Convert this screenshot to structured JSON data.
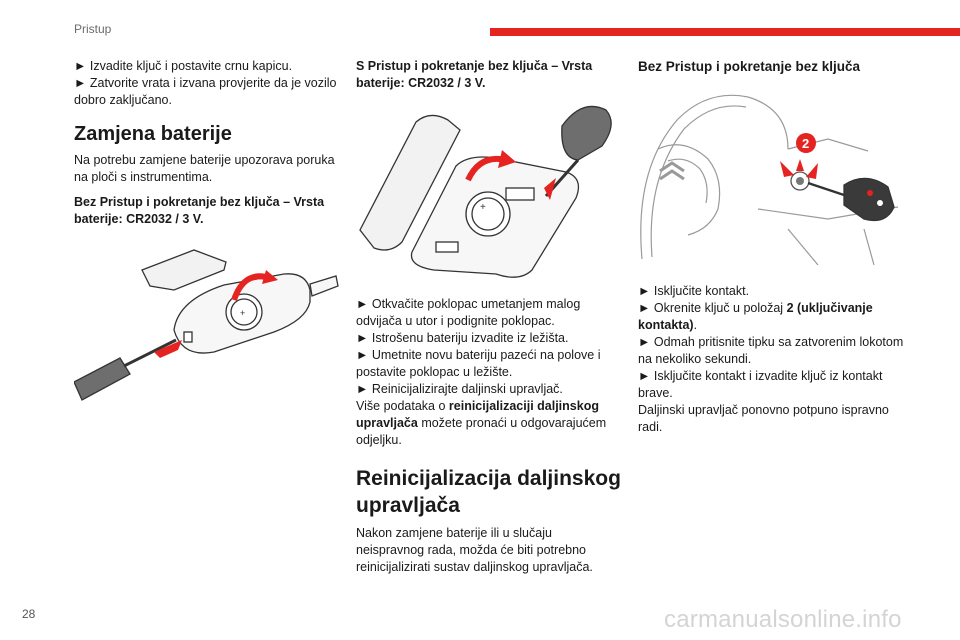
{
  "header": {
    "section": "Pristup"
  },
  "colors": {
    "accent": "#e52320"
  },
  "footer": {
    "page_number": "28",
    "watermark": "carmanualsonline.info"
  },
  "col1": {
    "line1_arrow": "►",
    "line1": "Izvadite ključ i postavite crnu kapicu.",
    "line2_arrow": "►",
    "line2": "Zatvorite vrata i izvana provjerite da je vozilo dobro zaključano.",
    "heading": "Zamjena baterije",
    "intro": "Na potrebu zamjene baterije upozorava poruka na ploči s instrumentima.",
    "subheading": "Bez Pristup i pokretanje bez ključa – Vrsta baterije: CR2032 / 3 V."
  },
  "col2": {
    "subheading": "S Pristup i pokretanje bez ključa – Vrsta baterije: CR2032 / 3 V.",
    "steps": [
      {
        "arrow": "►",
        "text": "Otkvačite poklopac umetanjem malog odvijača u utor i podignite poklopac."
      },
      {
        "arrow": "►",
        "text": "Istrošenu bateriju izvadite iz ležišta."
      },
      {
        "arrow": "►",
        "text": "Umetnite novu bateriju pazeći na polove i postavite poklopac u ležište."
      },
      {
        "arrow": "►",
        "text": "Reinicijalizirajte daljinski upravljač."
      }
    ],
    "more_prefix": "Više podataka o ",
    "more_bold": "reinicijalizaciji daljinskog upravljača",
    "more_suffix": " možete pronaći u odgovarajućem odjeljku.",
    "heading": "Reinicijalizacija daljinskog upravljača",
    "para": "Nakon zamjene baterije ili u slučaju neispravnog rada, možda će biti potrebno reinicijalizirati sustav daljinskog upravljača."
  },
  "col3": {
    "subheading": "Bez Pristup i pokretanje bez ključa",
    "callout_number": "2",
    "step1_arrow": "►",
    "step1": "Isključite kontakt.",
    "step2_arrow": "►",
    "step2_prefix": "Okrenite ključ u položaj ",
    "step2_bold": "2 (uključivanje kontakta)",
    "step2_suffix": ".",
    "step3_arrow": "►",
    "step3": "Odmah pritisnite tipku sa zatvorenim lokotom na nekoliko sekundi.",
    "step4_arrow": "►",
    "step4": "Isključite kontakt i izvadite ključ iz kontakt brave.",
    "para": "Daljinski upravljač ponovno potpuno ispravno radi."
  }
}
